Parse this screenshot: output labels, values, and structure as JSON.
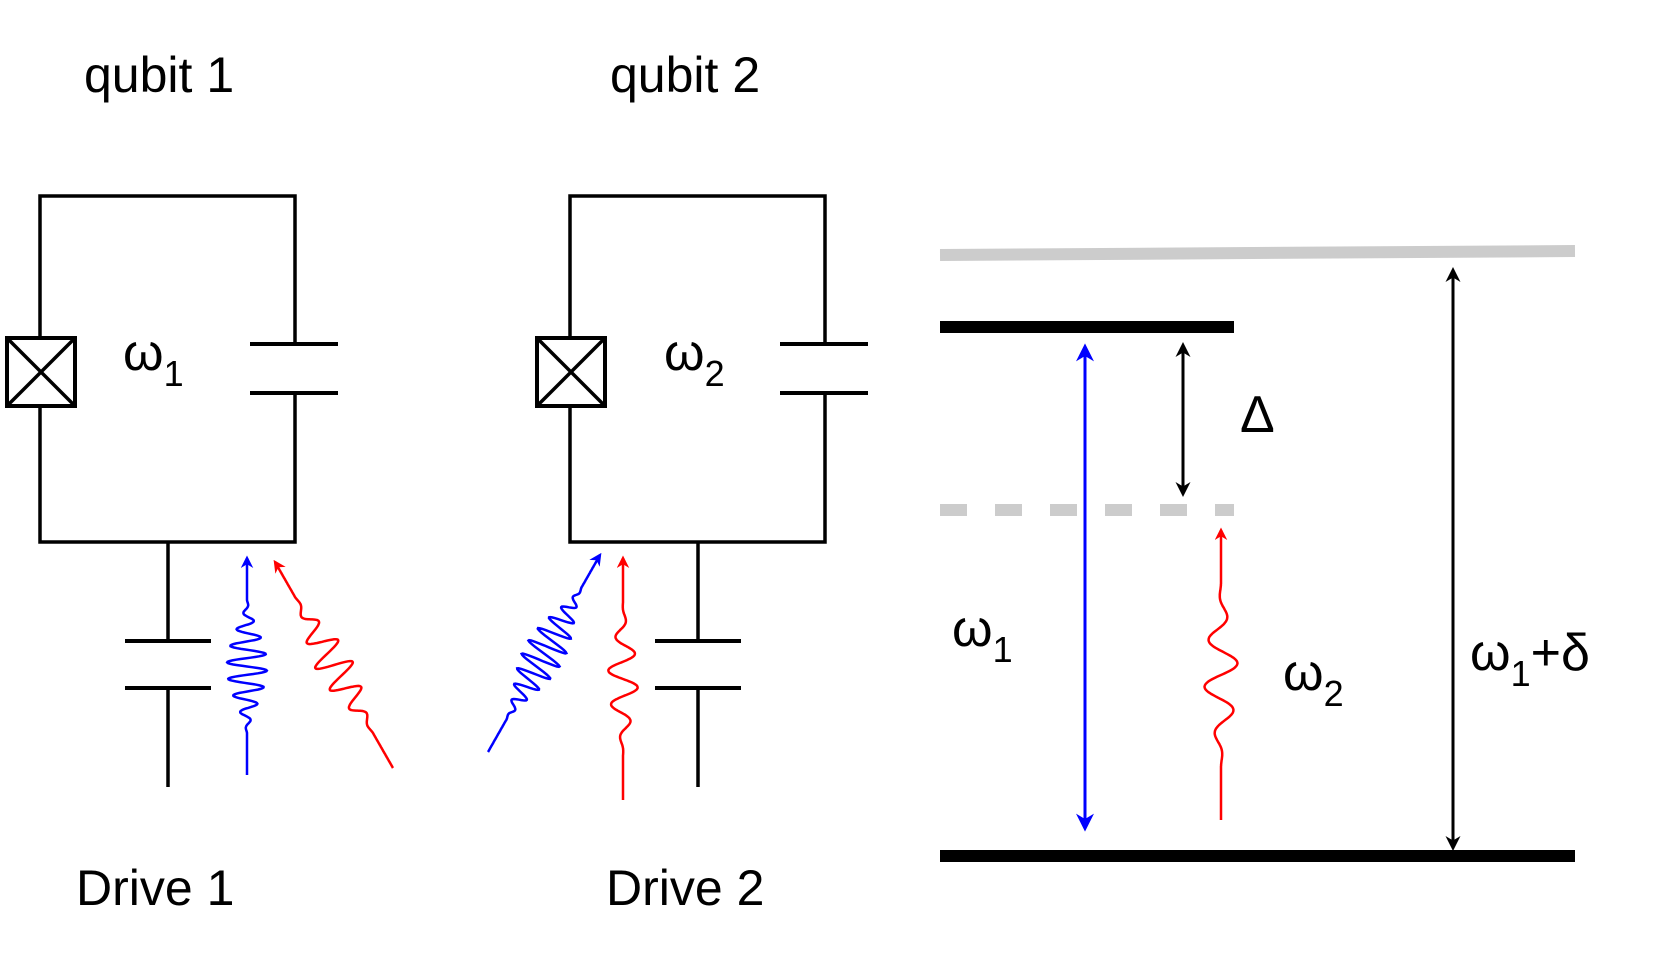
{
  "labels": {
    "qubit1": "qubit 1",
    "qubit2": "qubit 2",
    "drive1": "Drive 1",
    "drive2": "Drive 2",
    "omega": "ω",
    "omega1_sub": "1",
    "omega2_sub": "2",
    "delta_cap": "Δ",
    "omega1_delta_suffix": "+δ"
  },
  "colors": {
    "wire": "#000000",
    "drive1": "#0000ff",
    "drive2": "#ff0000",
    "virtual_level": "#cccccc"
  },
  "icons": {
    "josephson_junction": "boxed-x-icon",
    "capacitor": "capacitor-icon"
  }
}
